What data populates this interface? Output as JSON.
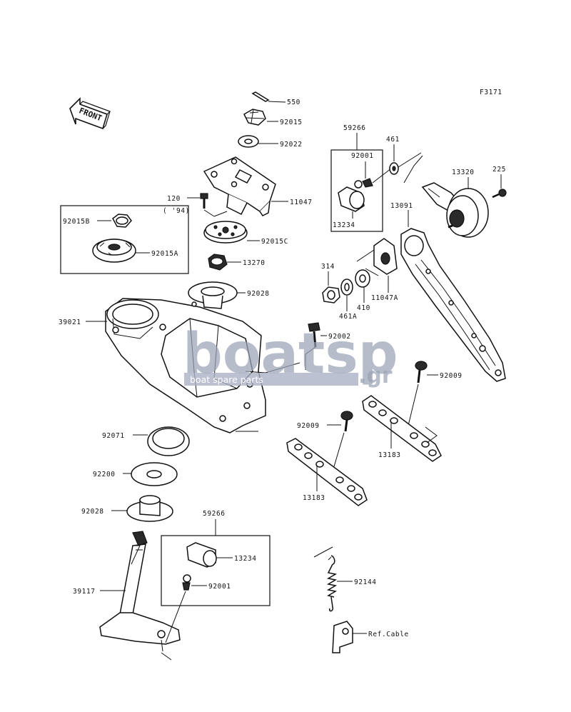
{
  "diagram_code": "F3171",
  "front_label": "FRONT",
  "year_note": "( '94)",
  "watermark": {
    "main": "boatsp",
    "suffix": ".gr",
    "tagline": "boat spare parts"
  },
  "labels": {
    "p550": "550",
    "p92015": "92015",
    "p92022": "92022",
    "p11047": "11047",
    "p120": "120",
    "p92015B": "92015B",
    "p92015A": "92015A",
    "p92015C": "92015C",
    "p13270": "13270",
    "p92028a": "92028",
    "p39021": "39021",
    "p92002": "92002",
    "p59266a": "59266",
    "p92001a": "92001",
    "p461": "461",
    "p13234a": "13234",
    "p13320": "13320",
    "p225": "225",
    "p13091": "13091",
    "p314": "314",
    "p461A": "461A",
    "p410": "410",
    "p11047A": "11047A",
    "p92009a": "92009",
    "p92009b": "92009",
    "p13183a": "13183",
    "p13183b": "13183",
    "p92071": "92071",
    "p92200": "92200",
    "p92028b": "92028",
    "p59266b": "59266",
    "p13234b": "13234",
    "p92001b": "92001",
    "p39117": "39117",
    "p92144": "92144",
    "pRef": "Ref.Cable"
  }
}
